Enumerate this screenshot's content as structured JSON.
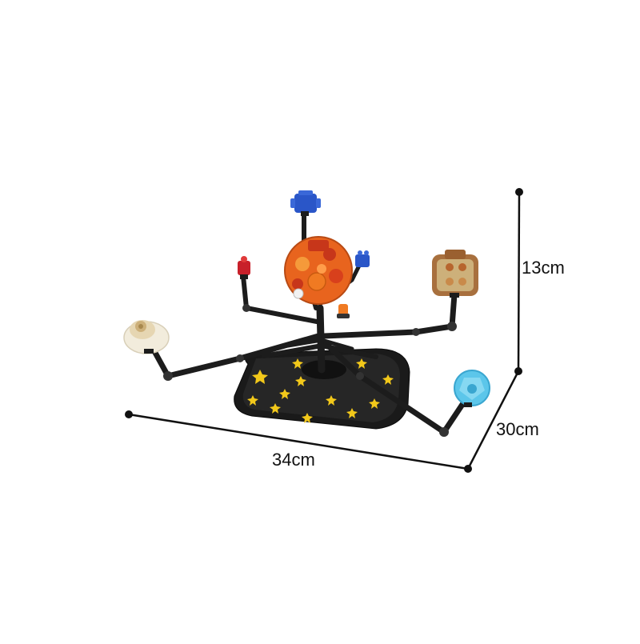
{
  "dimensions": {
    "height_label": "13cm",
    "depth_label": "30cm",
    "width_label": "34cm"
  },
  "colors": {
    "background": "#ffffff",
    "line": "#111111",
    "base_plate": "#1a1a1a",
    "arms": "#1c1c1c",
    "stars": "#f2c81a",
    "sun": "#e8641e",
    "sun_dark": "#c7361a",
    "planet_blue": "#2a56c8",
    "planet_red": "#c8202a",
    "planet_brown": "#a8703e",
    "planet_tan": "#cdb07a",
    "planet_cream": "#f2ecdc",
    "planet_cyan": "#5cc6ea",
    "planet_orange": "#f07a22"
  },
  "product": {
    "icon": "lego-solar-system-orrery-icon"
  }
}
